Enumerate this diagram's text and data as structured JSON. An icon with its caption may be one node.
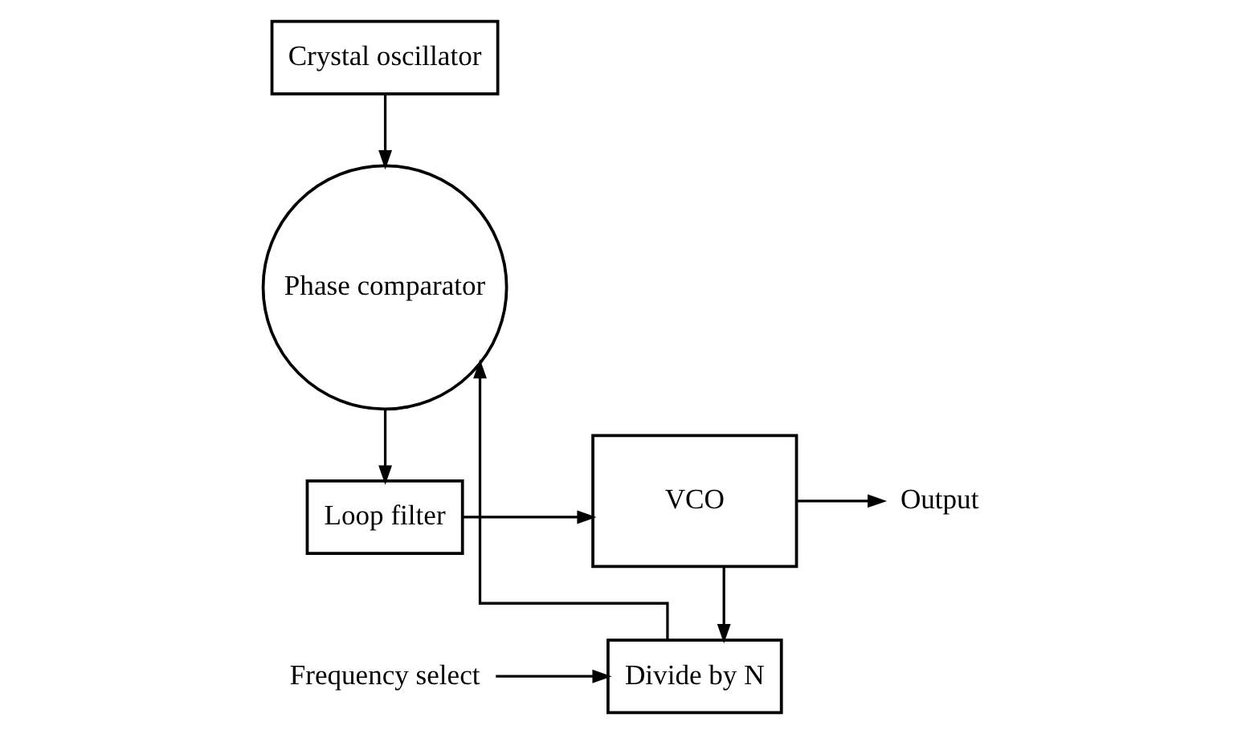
{
  "diagram": {
    "nodes": [
      {
        "text": [
          "Crystal oscillator"
        ]
      },
      {
        "text": [
          "Phase comparator"
        ]
      },
      {
        "text": [
          "Loop filter"
        ]
      },
      {
        "text": [
          "VCO"
        ]
      },
      {
        "text": [
          "Divide by N"
        ]
      },
      {
        "text": [
          "Frequency select"
        ]
      },
      {
        "text": [
          "Output"
        ]
      }
    ],
    "edges": [
      {
        "from": 0,
        "to": 1,
        "arrow": "to"
      },
      {
        "from": 1,
        "to": 2,
        "arrow": "to"
      },
      {
        "from": 2,
        "to": 3,
        "arrow": "to"
      },
      {
        "from": 3,
        "to": 4,
        "arrow": "to"
      },
      {
        "from": 3,
        "to": 6,
        "arrow": "to"
      },
      {
        "from": 4,
        "to": 1,
        "arrow": "to"
      },
      {
        "from": 5,
        "to": 4,
        "arrow": "to"
      }
    ]
  }
}
